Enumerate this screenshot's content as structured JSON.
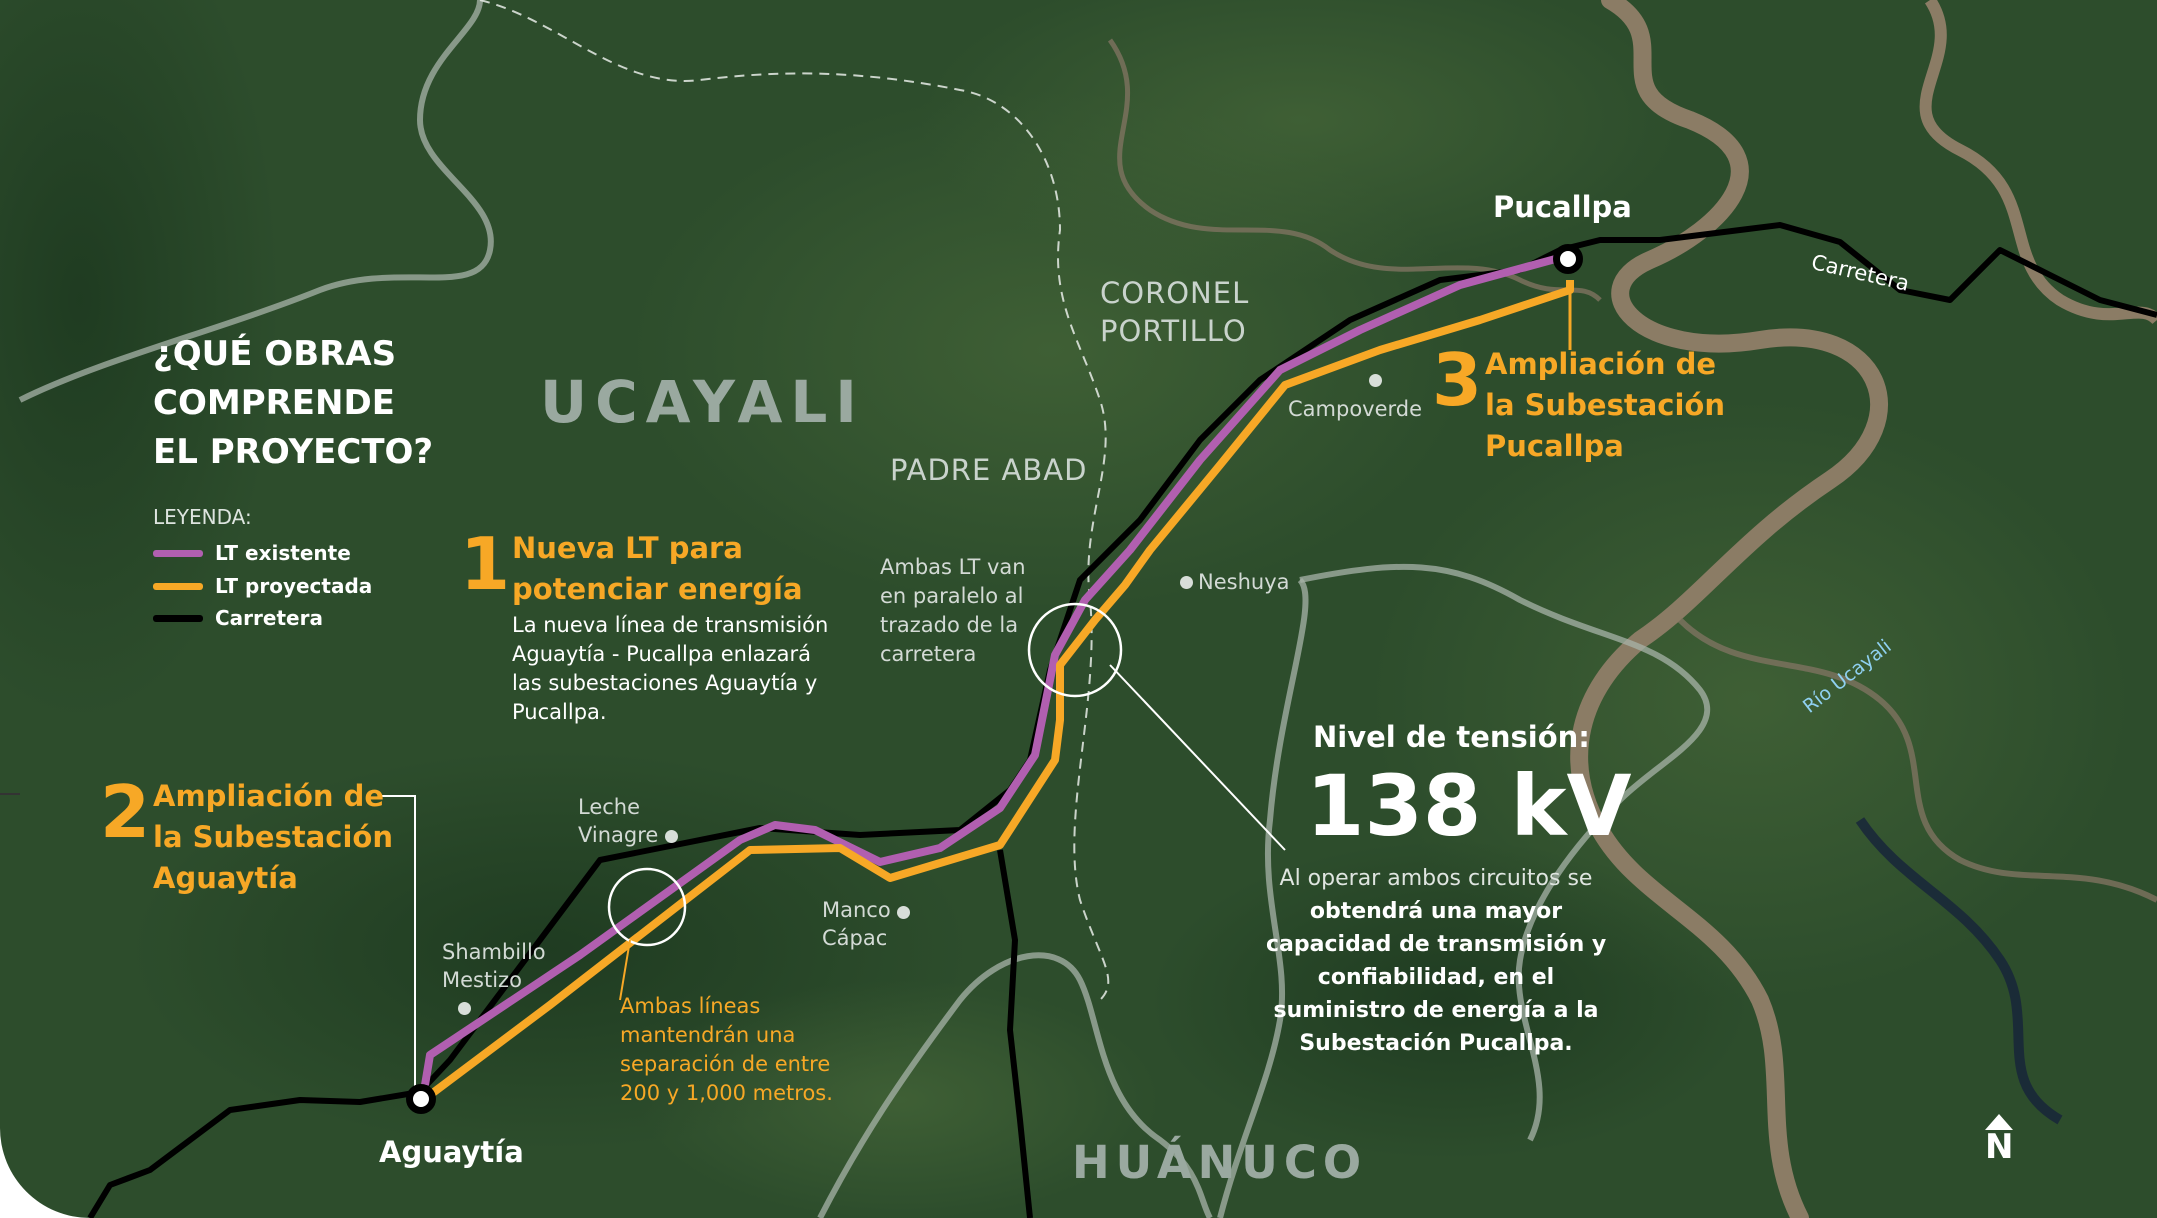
{
  "title": "¿QUÉ OBRAS COMPRENDE EL PROYECTO?",
  "title_lines": [
    "¿QUÉ OBRAS",
    "COMPRENDE",
    "EL PROYECTO?"
  ],
  "legend": {
    "heading": "LEYENDA:",
    "items": [
      {
        "label": "LT existente",
        "color": "#b15fb0"
      },
      {
        "label": "LT proyectada",
        "color": "#f7a826"
      },
      {
        "label": "Carretera",
        "color": "#000000"
      }
    ]
  },
  "regions": {
    "ucayali": "UCAYALI",
    "huanuco": "HUÁNUCO"
  },
  "provinces": {
    "coronel_portillo": [
      "CORONEL",
      "PORTILLO"
    ],
    "padre_abad": "PADRE ABAD"
  },
  "cities": {
    "pucallpa": "Pucallpa",
    "aguaytia": "Aguaytía"
  },
  "towns": {
    "campoverde": "Campoverde",
    "neshuya": "Neshuya",
    "leche_vinagre": [
      "Leche",
      "Vinagre"
    ],
    "manco_capac": [
      "Manco",
      "Cápac"
    ],
    "shambillo_mestizo": [
      "Shambillo",
      "Mestizo"
    ]
  },
  "map_labels": {
    "carretera": "Carretera",
    "rio": "Río Ucayali"
  },
  "works": [
    {
      "number": "1",
      "title_lines": [
        "Nueva LT para",
        "potenciar energía"
      ],
      "text_lines": [
        "La nueva línea de transmisión",
        "Aguaytía - Pucallpa enlazará",
        "las subestaciones Aguaytía y",
        "Pucallpa."
      ]
    },
    {
      "number": "2",
      "title_lines": [
        "Ampliación de",
        "la Subestación",
        "Aguaytía"
      ]
    },
    {
      "number": "3",
      "title_lines": [
        "Ampliación de",
        "la Subestación",
        "Pucallpa"
      ]
    }
  ],
  "annotations": {
    "paralelo": [
      "Ambas LT van",
      "en paralelo al",
      "trazado de la",
      "carretera"
    ],
    "separacion": [
      "Ambas líneas",
      "mantendrán una",
      "separación de entre",
      "200 y 1,000 metros."
    ]
  },
  "tension": {
    "label": "Nivel de tensión:",
    "value": "138 kV",
    "text_lines": [
      "Al operar ambos circuitos se",
      "obtendrá una mayor",
      "capacidad de transmisión y",
      "confiabilidad, en el",
      "suministro de energía a la",
      "Subestación Pucallpa."
    ]
  },
  "north": "N",
  "colors": {
    "existing_line": "#b15fb0",
    "projected_line": "#f7a826",
    "road": "#000000",
    "accent": "#f7a826",
    "forest": "#2c4f2b",
    "river": "#8a7a63"
  }
}
